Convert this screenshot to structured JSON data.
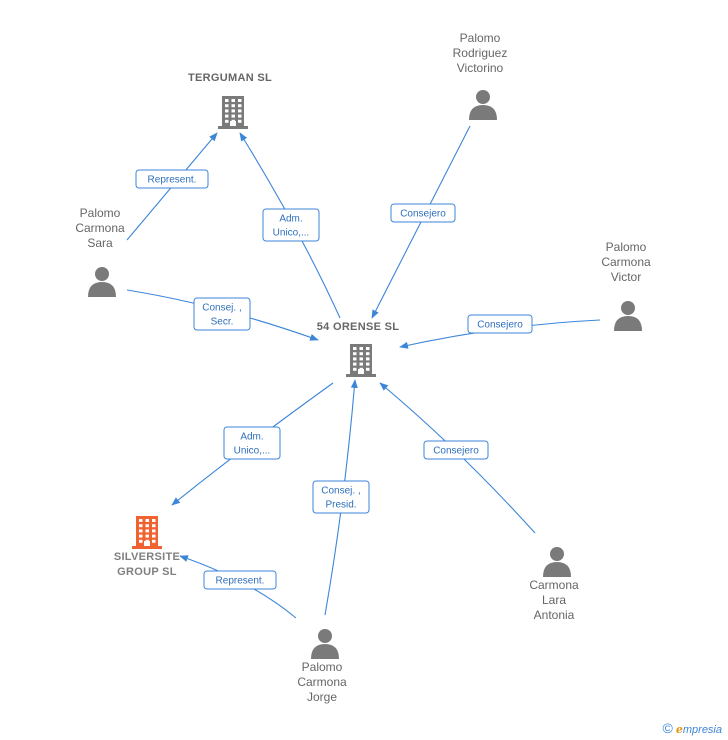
{
  "nodes": [
    {
      "id": "orense",
      "type": "company",
      "lines": [
        "54 ORENSE SL"
      ],
      "color": "#7a7a7a"
    },
    {
      "id": "terguman",
      "type": "company",
      "lines": [
        "TERGUMAN SL"
      ],
      "color": "#7a7a7a"
    },
    {
      "id": "silversite",
      "type": "company",
      "lines": [
        "SILVERSITE",
        "GROUP SL"
      ],
      "color": "#f0622f"
    },
    {
      "id": "sara",
      "type": "person",
      "lines": [
        "Palomo",
        "Carmona",
        "Sara"
      ],
      "color": "#7a7a7a"
    },
    {
      "id": "victorino",
      "type": "person",
      "lines": [
        "Palomo",
        "Rodriguez",
        "Victorino"
      ],
      "color": "#7a7a7a"
    },
    {
      "id": "victor",
      "type": "person",
      "lines": [
        "Palomo",
        "Carmona",
        "Victor"
      ],
      "color": "#7a7a7a"
    },
    {
      "id": "lara",
      "type": "person",
      "lines": [
        "Carmona",
        "Lara",
        "Antonia"
      ],
      "color": "#7a7a7a"
    },
    {
      "id": "jorge",
      "type": "person",
      "lines": [
        "Palomo",
        "Carmona",
        "Jorge"
      ],
      "color": "#7a7a7a"
    }
  ],
  "edges": [
    {
      "from": "sara",
      "to": "terguman",
      "label": [
        "Represent."
      ]
    },
    {
      "from": "orense",
      "to": "terguman",
      "label": [
        "Adm.",
        "Unico,..."
      ]
    },
    {
      "from": "victorino",
      "to": "orense",
      "label": [
        "Consejero"
      ]
    },
    {
      "from": "sara",
      "to": "orense",
      "label": [
        "Consej. ,",
        "Secr."
      ]
    },
    {
      "from": "victor",
      "to": "orense",
      "label": [
        "Consejero"
      ]
    },
    {
      "from": "orense",
      "to": "silversite",
      "label": [
        "Adm.",
        "Unico,..."
      ]
    },
    {
      "from": "jorge",
      "to": "orense",
      "label": [
        "Consej. ,",
        "Presid."
      ]
    },
    {
      "from": "lara",
      "to": "orense",
      "label": [
        "Consejero"
      ]
    },
    {
      "from": "jorge",
      "to": "silversite",
      "label": [
        "Represent."
      ]
    }
  ],
  "colors": {
    "edge": "#3c86d8",
    "node": "#7a7a7a",
    "highlight": "#f0622f"
  },
  "footer": {
    "copyright": "©",
    "brand_initial": "e",
    "brand_rest": "mpresia"
  }
}
